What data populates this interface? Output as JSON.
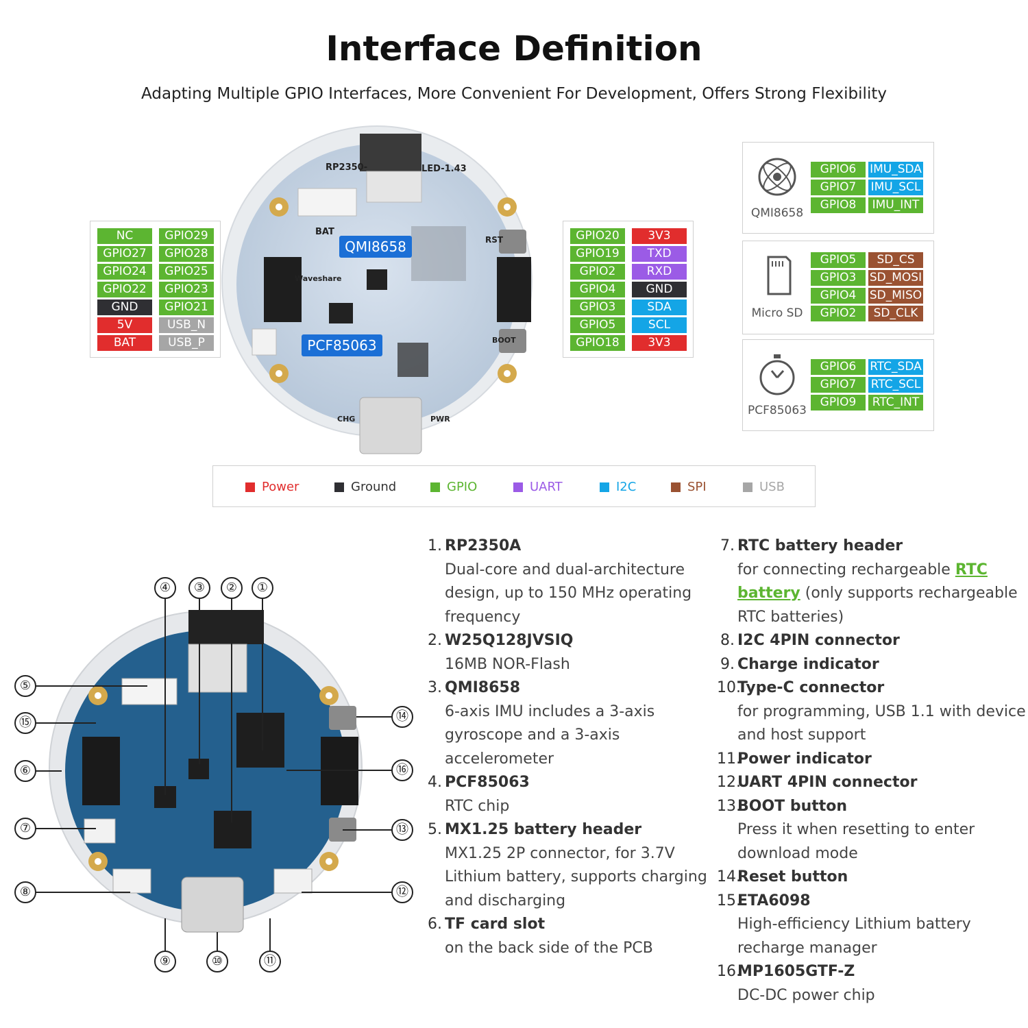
{
  "header": {
    "title": "Interface Definition",
    "subtitle": "Adapting Multiple GPIO Interfaces, More Convenient For Development, Offers Strong Flexibility"
  },
  "colors": {
    "power": "#e12d2d",
    "ground": "#2f2f33",
    "gpio": "#5cb531",
    "uart": "#9b5be6",
    "i2c": "#14a5e6",
    "spi": "#9a5232",
    "usb": "#a6a6a6",
    "board": "#c9d6e6",
    "board_back": "#2a6a9a"
  },
  "left_header": {
    "rows": [
      {
        "a": {
          "label": "NC",
          "type": "gpio"
        },
        "b": {
          "label": "GPIO29",
          "type": "gpio"
        }
      },
      {
        "a": {
          "label": "GPIO27",
          "type": "gpio"
        },
        "b": {
          "label": "GPIO28",
          "type": "gpio"
        }
      },
      {
        "a": {
          "label": "GPIO24",
          "type": "gpio"
        },
        "b": {
          "label": "GPIO25",
          "type": "gpio"
        }
      },
      {
        "a": {
          "label": "GPIO22",
          "type": "gpio"
        },
        "b": {
          "label": "GPIO23",
          "type": "gpio"
        }
      },
      {
        "a": {
          "label": "GND",
          "type": "ground"
        },
        "b": {
          "label": "GPIO21",
          "type": "gpio"
        }
      },
      {
        "a": {
          "label": "5V",
          "type": "power"
        },
        "b": {
          "label": "USB_N",
          "type": "usb"
        }
      },
      {
        "a": {
          "label": "BAT",
          "type": "power"
        },
        "b": {
          "label": "USB_P",
          "type": "usb"
        }
      }
    ]
  },
  "right_header": {
    "rows": [
      {
        "a": {
          "label": "GPIO20",
          "type": "gpio"
        },
        "b": {
          "label": "3V3",
          "type": "power"
        }
      },
      {
        "a": {
          "label": "GPIO19",
          "type": "gpio"
        },
        "b": {
          "label": "TXD",
          "type": "uart"
        }
      },
      {
        "a": {
          "label": "GPIO2",
          "type": "gpio"
        },
        "b": {
          "label": "RXD",
          "type": "uart"
        }
      },
      {
        "a": {
          "label": "GPIO4",
          "type": "gpio"
        },
        "b": {
          "label": "GND",
          "type": "ground"
        }
      },
      {
        "a": {
          "label": "GPIO3",
          "type": "gpio"
        },
        "b": {
          "label": "SDA",
          "type": "i2c"
        }
      },
      {
        "a": {
          "label": "GPIO5",
          "type": "gpio"
        },
        "b": {
          "label": "SCL",
          "type": "i2c"
        }
      },
      {
        "a": {
          "label": "GPIO18",
          "type": "gpio"
        },
        "b": {
          "label": "3V3",
          "type": "power"
        }
      }
    ]
  },
  "board_top": {
    "silk_model": "RP2350-",
    "silk_led": "LED-1.43",
    "silk_bat": "BAT",
    "silk_rst": "RST",
    "silk_boot": "BOOT",
    "silk_chg": "CHG",
    "silk_pwr": "PWR",
    "silk_brand": "Waveshare",
    "tag_imu": "QMI8658",
    "tag_rtc": "PCF85063"
  },
  "sensors": [
    {
      "name": "QMI8658",
      "icon": "gyroscope-icon",
      "rows": [
        {
          "gpio": "GPIO6",
          "func": "IMU_SDA",
          "type": "i2c"
        },
        {
          "gpio": "GPIO7",
          "func": "IMU_SCL",
          "type": "i2c"
        },
        {
          "gpio": "GPIO8",
          "func": "IMU_INT",
          "type": "gpio"
        }
      ]
    },
    {
      "name": "Micro SD",
      "icon": "sd-card-icon",
      "rows": [
        {
          "gpio": "GPIO5",
          "func": "SD_CS",
          "type": "spi"
        },
        {
          "gpio": "GPIO3",
          "func": "SD_MOSI",
          "type": "spi"
        },
        {
          "gpio": "GPIO4",
          "func": "SD_MISO",
          "type": "spi"
        },
        {
          "gpio": "GPIO2",
          "func": "SD_CLK",
          "type": "spi"
        }
      ]
    },
    {
      "name": "PCF85063",
      "icon": "stopwatch-icon",
      "rows": [
        {
          "gpio": "GPIO6",
          "func": "RTC_SDA",
          "type": "i2c"
        },
        {
          "gpio": "GPIO7",
          "func": "RTC_SCL",
          "type": "i2c"
        },
        {
          "gpio": "GPIO9",
          "func": "RTC_INT",
          "type": "gpio"
        }
      ]
    }
  ],
  "legend": [
    {
      "label": "Power",
      "type": "power"
    },
    {
      "label": "Ground",
      "type": "ground"
    },
    {
      "label": "GPIO",
      "type": "gpio"
    },
    {
      "label": "UART",
      "type": "uart"
    },
    {
      "label": "I2C",
      "type": "i2c"
    },
    {
      "label": "SPI",
      "type": "spi"
    },
    {
      "label": "USB",
      "type": "usb"
    }
  ],
  "callouts": [
    "④",
    "③",
    "②",
    "①",
    "⑤",
    "⑮",
    "⑥",
    "⑦",
    "⑧",
    "⑨",
    "⑩",
    "⑪",
    "⑭",
    "⑯",
    "⑬",
    "⑫"
  ],
  "features_left": [
    {
      "num": "1.",
      "name": "RP2350A",
      "desc": [
        "Dual-core and dual-architecture",
        "design, up to 150 MHz operating",
        "frequency"
      ]
    },
    {
      "num": "2.",
      "name": "W25Q128JVSIQ",
      "desc": [
        "16MB NOR-Flash"
      ]
    },
    {
      "num": "3.",
      "name": "QMI8658",
      "desc": [
        "6-axis IMU includes a 3-axis",
        "gyroscope and a 3-axis",
        "accelerometer"
      ]
    },
    {
      "num": "4.",
      "name": "PCF85063",
      "desc": [
        "RTC chip"
      ]
    },
    {
      "num": "5.",
      "name": "MX1.25 battery header",
      "desc": [
        "MX1.25 2P connector, for 3.7V",
        "Lithium battery, supports charging",
        "and discharging"
      ]
    },
    {
      "num": "6.",
      "name": "TF card slot",
      "desc": [
        "on the back side of the PCB"
      ]
    }
  ],
  "feature7": {
    "num": "7.",
    "name": "RTC battery header",
    "line1": "for connecting rechargeable ",
    "link1": "RTC",
    "link2": "battery",
    "line2": " (only supports rechargeable",
    "line3": "RTC batteries)"
  },
  "features_right": [
    {
      "num": "8.",
      "name": "I2C 4PIN connector",
      "desc": []
    },
    {
      "num": "9.",
      "name": "Charge indicator",
      "desc": []
    },
    {
      "num": "10.",
      "name": "Type-C connector",
      "desc": [
        "for programming, USB 1.1 with device",
        "and host support"
      ]
    },
    {
      "num": "11.",
      "name": "Power indicator",
      "desc": []
    },
    {
      "num": "12.",
      "name": "UART 4PIN connector",
      "desc": []
    },
    {
      "num": "13.",
      "name": "BOOT button",
      "desc": [
        "Press it when resetting to enter",
        "download mode"
      ]
    },
    {
      "num": "14.",
      "name": "Reset button",
      "desc": []
    },
    {
      "num": "15.",
      "name": "ETA6098",
      "desc": [
        "High-efficiency Lithium battery",
        "recharge manager"
      ]
    },
    {
      "num": "16.",
      "name": "MP1605GTF-Z",
      "desc": [
        "DC-DC power chip"
      ]
    }
  ]
}
